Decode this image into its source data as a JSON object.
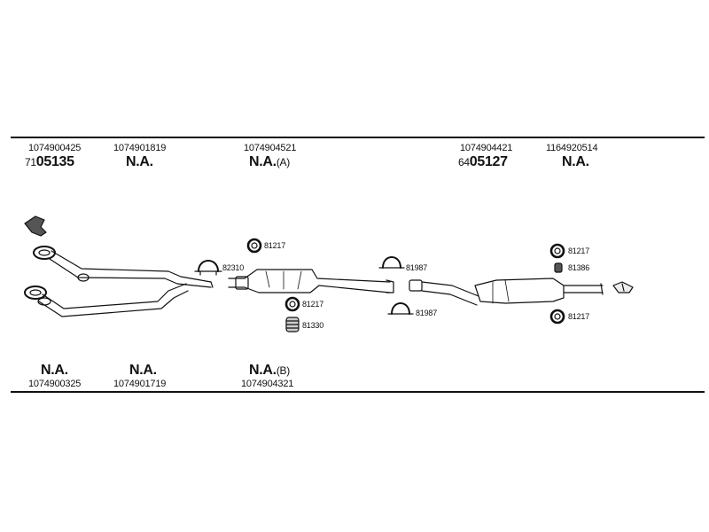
{
  "top_labels": [
    {
      "id": "t1",
      "number": "1074900425",
      "code_prefix": "71",
      "code": "05135"
    },
    {
      "id": "t2",
      "number": "1074901819",
      "code": "N.A."
    },
    {
      "id": "t3",
      "number": "1074904521",
      "code": "N.A.",
      "suffix": "(A)"
    },
    {
      "id": "t4",
      "number": "1074904421",
      "code_prefix": "64",
      "code": "05127"
    },
    {
      "id": "t5",
      "number": "1164920514",
      "code": "N.A."
    }
  ],
  "bottom_labels": [
    {
      "id": "b1",
      "number": "1074900325",
      "code": "N.A."
    },
    {
      "id": "b2",
      "number": "1074901719",
      "code": "N.A."
    },
    {
      "id": "b3",
      "number": "1074904321",
      "code": "N.A.",
      "suffix": "(B)"
    }
  ],
  "part_labels": {
    "p81217a": "81217",
    "p82310": "82310",
    "p81217b": "81217",
    "p81330": "81330",
    "p81987a": "81987",
    "p81987b": "81987",
    "p81217c": "81217",
    "p81386": "81386",
    "p81217d": "81217"
  }
}
